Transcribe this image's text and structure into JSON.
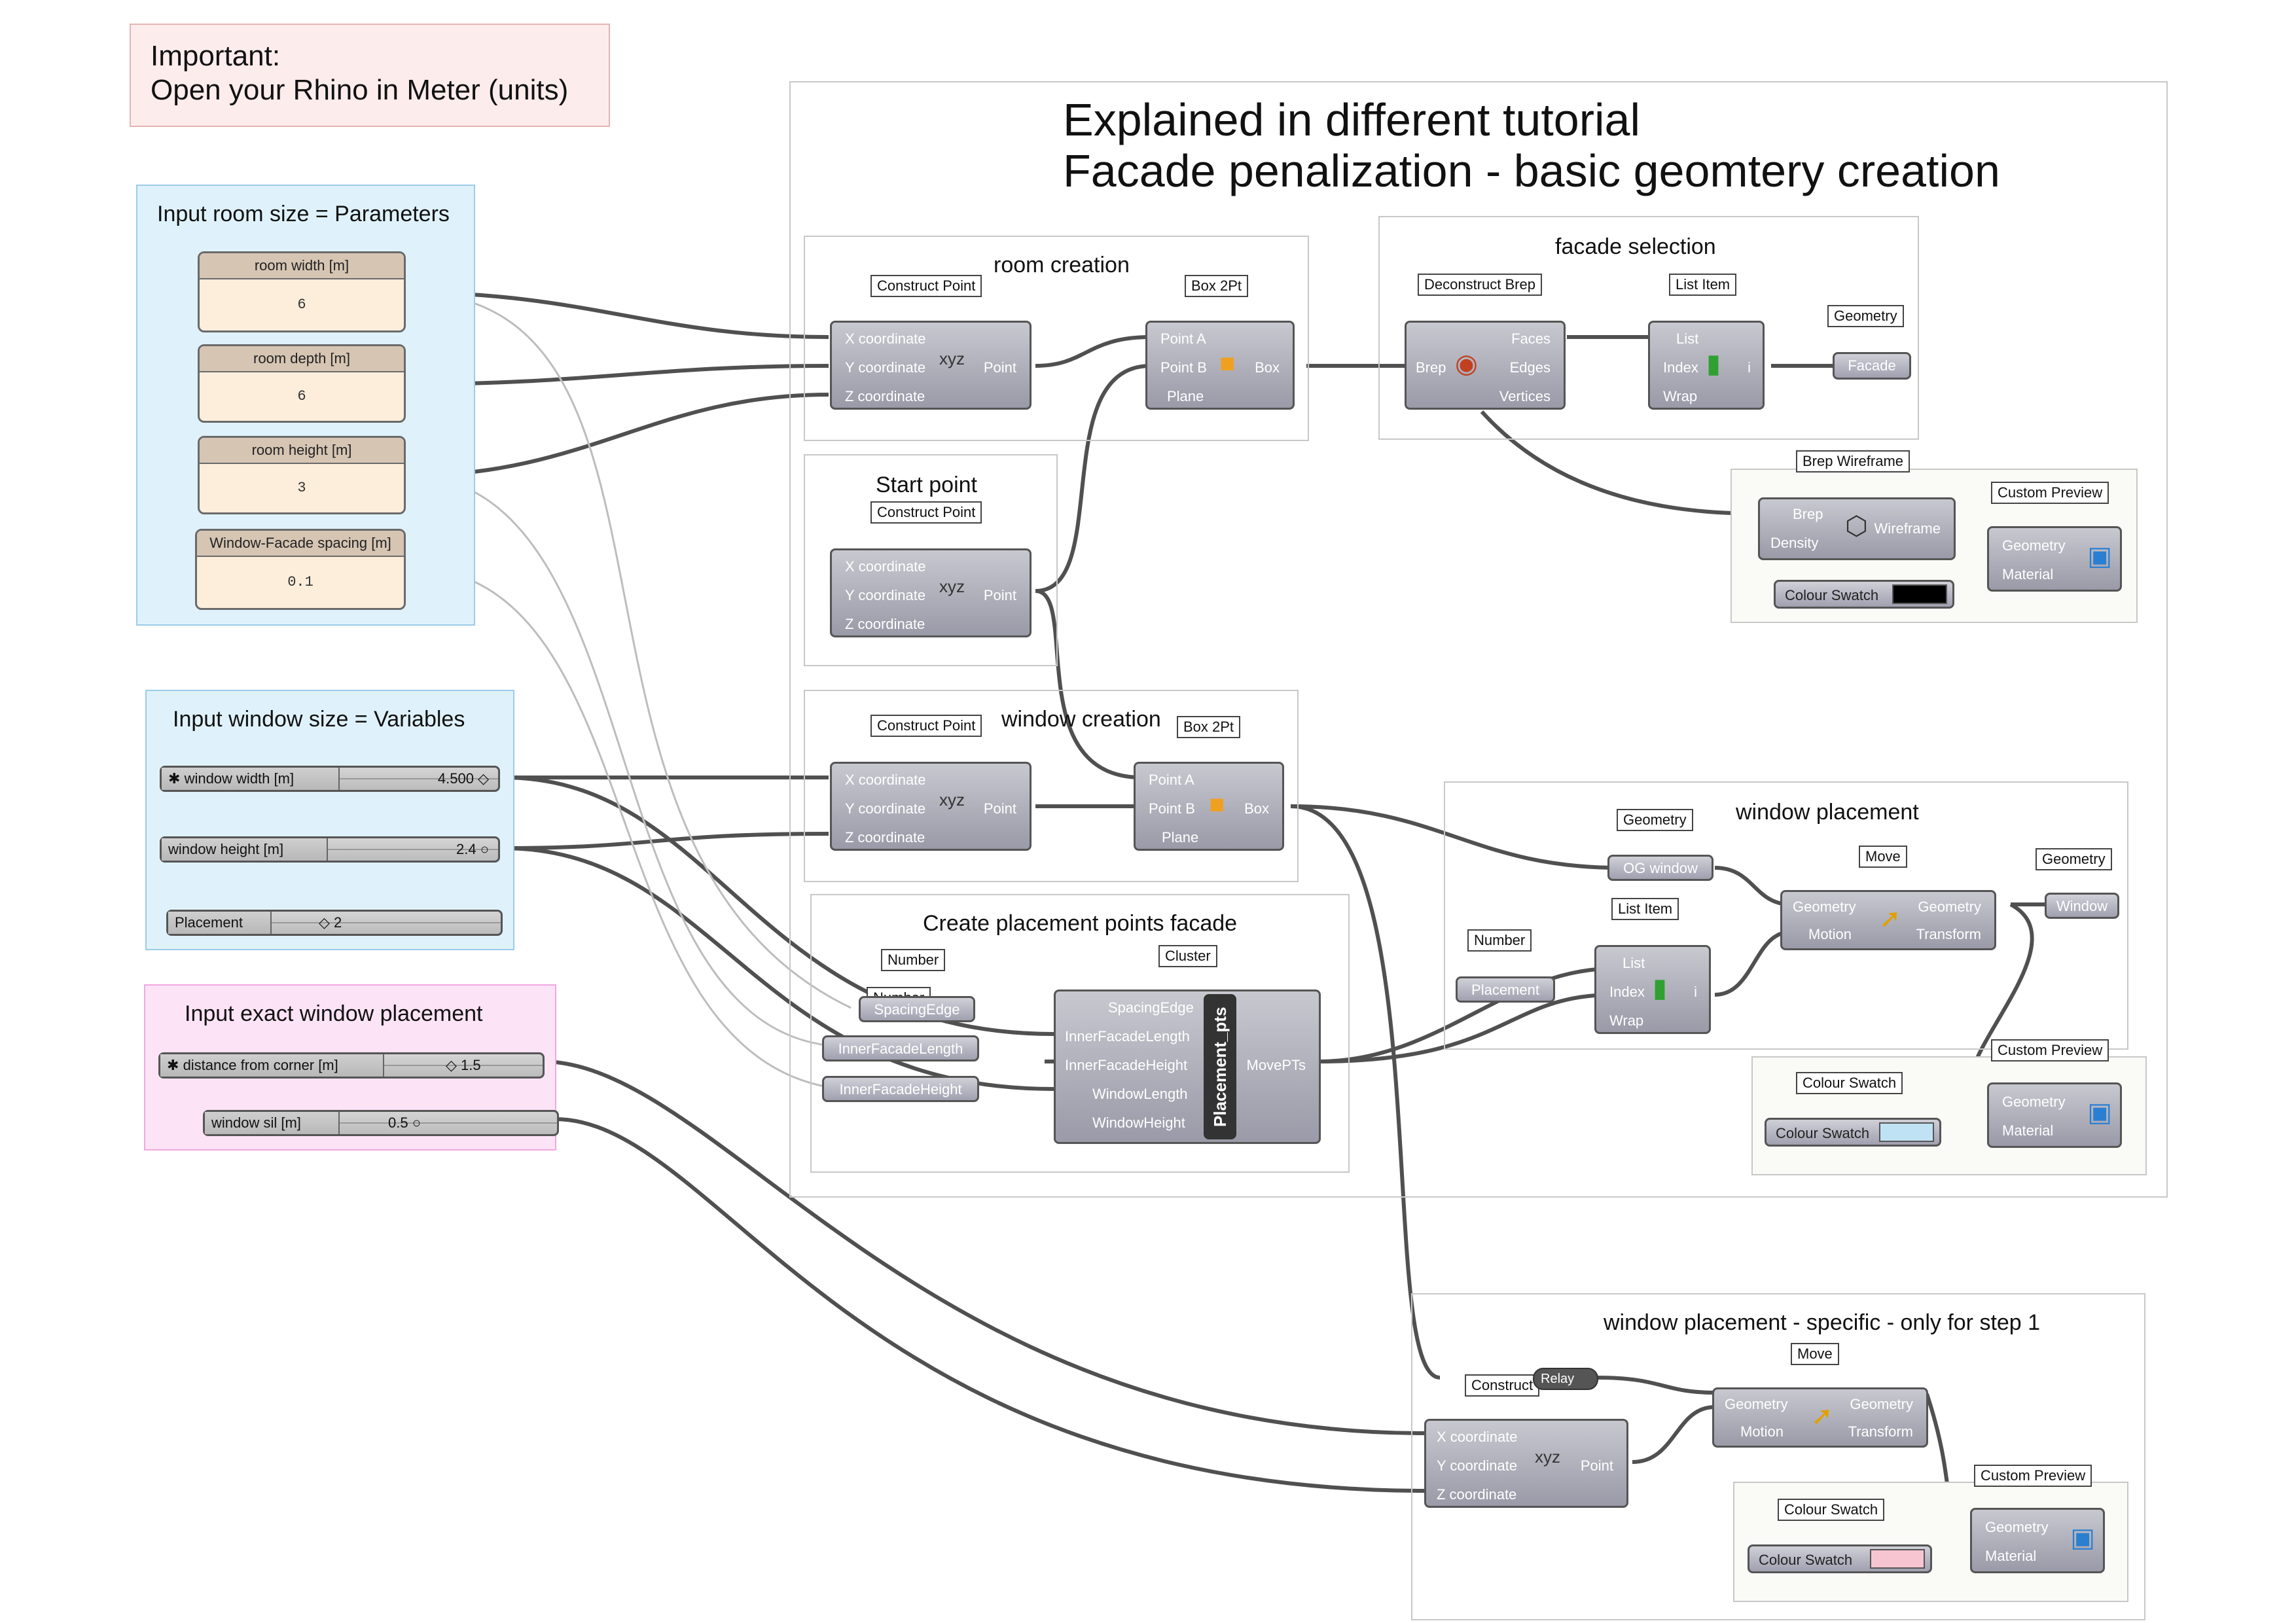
{
  "note": {
    "line1": "Important:",
    "line2": "Open your Rhino in Meter (units)"
  },
  "main_title": {
    "line1": "Explained in different tutorial",
    "line2": "Facade penalization - basic geomtery creation"
  },
  "groups": {
    "room_params": "Input room size = Parameters",
    "window_vars": "Input window size = Variables",
    "exact_placement": "Input exact window placement",
    "room_creation": "room creation",
    "facade_selection": "facade selection",
    "start_point": "Start point",
    "window_creation": "window creation",
    "placement_points": "Create placement points facade",
    "window_placement": "window placement",
    "window_specific": "window placement - specific - only for step 1"
  },
  "panels": [
    {
      "label": "room width [m]",
      "value": "6"
    },
    {
      "label": "room depth [m]",
      "value": "6"
    },
    {
      "label": "room height [m]",
      "value": "3"
    },
    {
      "label": "Window-Facade spacing [m]",
      "value": "0.1"
    }
  ],
  "sliders": {
    "window_width": {
      "label": "window width [m]",
      "value": "4.500 ◇"
    },
    "window_height": {
      "label": "window height [m]",
      "value": "2.4 ○"
    },
    "placement": {
      "label": "Placement",
      "value": "◇ 2"
    },
    "distance_corner": {
      "label": "distance from corner [m]",
      "value": "◇ 1.5"
    },
    "window_sil": {
      "label": "window sil [m]",
      "value": "0.5 ○"
    }
  },
  "tags": {
    "construct_point": "Construct Point",
    "box_2pt": "Box 2Pt",
    "deconstruct_brep": "Deconstruct Brep",
    "list_item": "List Item",
    "geometry": "Geometry",
    "brep_wireframe": "Brep Wireframe",
    "custom_preview": "Custom Preview",
    "number": "Number",
    "cluster": "Cluster",
    "move": "Move",
    "colour_swatch": "Colour Swatch",
    "construct_partial": "Construct"
  },
  "ports": {
    "x": "X coordinate",
    "y": "Y coordinate",
    "z": "Z coordinate",
    "point": "Point",
    "point_a": "Point A",
    "point_b": "Point B",
    "plane": "Plane",
    "box": "Box",
    "brep": "Brep",
    "faces": "Faces",
    "edges": "Edges",
    "vertices": "Vertices",
    "list": "List",
    "index": "Index",
    "wrap": "Wrap",
    "i": "i",
    "density": "Density",
    "wireframe": "Wireframe",
    "geometry": "Geometry",
    "material": "Material",
    "motion": "Motion",
    "transform": "Transform",
    "spacing_edge": "SpacingEdge",
    "inner_facade_length": "InnerFacadeLength",
    "inner_facade_height": "InnerFacadeHeight",
    "window_length": "WindowLength",
    "window_height": "WindowHeight",
    "move_pts": "MovePTs"
  },
  "params": {
    "facade": "Facade",
    "og_window": "OG window",
    "window": "Window",
    "placement": "Placement",
    "spacing_edge": "SpacingEdge",
    "inner_facade_length": "InnerFacadeLength",
    "inner_facade_height": "InnerFacadeHeight",
    "relay": "Relay",
    "number_partial": "Number"
  },
  "swatch_label": "Colour Swatch",
  "cluster_name": "Placement_pts",
  "colors": {
    "swatch_black": "#000000",
    "swatch_blue": "#bfe3f5",
    "swatch_pink": "#f7c5d2",
    "wire": "#555555"
  }
}
